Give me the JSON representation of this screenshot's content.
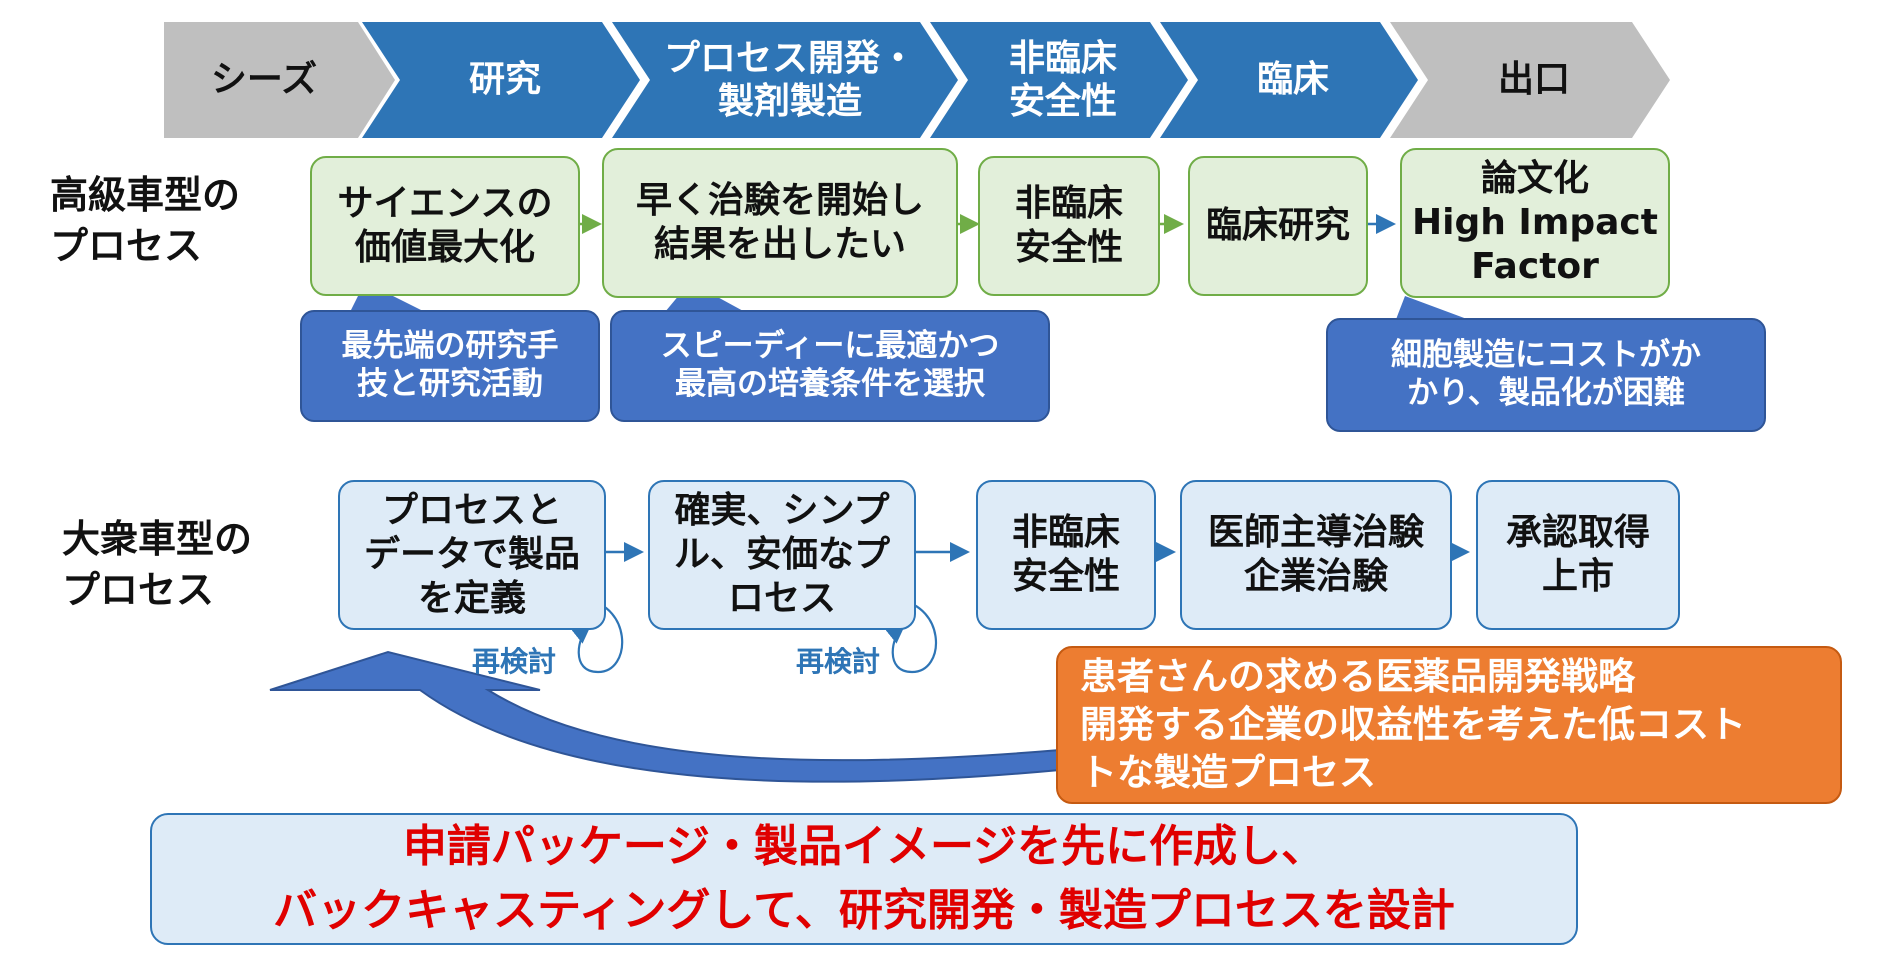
{
  "stages": [
    "シーズ",
    "研究",
    "プロセス開発・\n製剤製造",
    "非臨床\n安全性",
    "臨床",
    "出口"
  ],
  "colors": {
    "gray": "#bfbfbf",
    "blue": "#2e75b6",
    "green_fill": "#e2efda",
    "green_border": "#70ad47",
    "blue_fill": "#deebf7",
    "callout": "#4472c4",
    "orange": "#ed7d31",
    "red_text": "#e00000"
  },
  "luxury": {
    "label": "高級車型の\nプロセス",
    "steps": [
      "サイエンスの\n価値最大化",
      "早く治験を開始し\n結果を出したい",
      "非臨床\n安全性",
      "臨床研究",
      "論文化\nHigh Impact\nFactor"
    ],
    "callouts": [
      "最先端の研究手\n技と研究活動",
      "スピーディーに最適かつ\n最高の培養条件を選択",
      "細胞製造にコストがか\nかり、製品化が困難"
    ]
  },
  "mass": {
    "label": "大衆車型の\nプロセス",
    "steps": [
      "プロセスと\nデータで製品\nを定義",
      "確実、シンプ\nル、安価なプ\nロセス",
      "非臨床\n安全性",
      "医師主導治験\n企業治験",
      "承認取得\n上市"
    ],
    "review_label": "再検討",
    "orange_note": "患者さんの求める医薬品開発戦略\n開発する企業の収益性を考えた低コスト\nトな製造プロセス"
  },
  "banner": "申請パッケージ・製品イメージを先に作成し、\nバックキャスティングして、研究開発・製造プロセスを設計"
}
